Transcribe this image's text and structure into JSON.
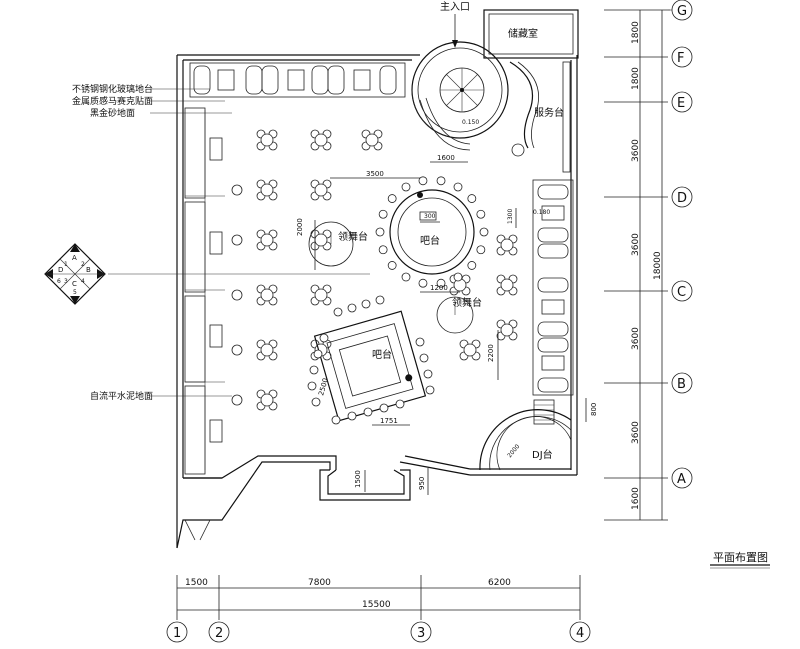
{
  "title": "平面布置图",
  "labels": {
    "main_entrance": "主入口",
    "storage": "储藏室",
    "service_counter": "服务台",
    "bar_round": "吧台",
    "bar_square": "吧台",
    "dance_1": "领舞台",
    "dance_2": "领舞台",
    "dj": "DJ台"
  },
  "annotations": {
    "note_1": "不锈钢钢化玻璃地台",
    "note_2": "金属质感马赛克贴面",
    "note_3": "黑金砂地面",
    "note_4": "自流平水泥地面"
  },
  "interior_dims": {
    "d3500": "3500",
    "d2000": "2000",
    "d1600": "1600",
    "d1200": "1200",
    "d2200": "2200",
    "d2500": "2500",
    "d1751": "1751",
    "d1500": "1500",
    "d950": "950",
    "d800": "800",
    "d1300": "1300",
    "d300": "300",
    "d180": "0.180",
    "d150": "0.150",
    "d2000b": "2000"
  },
  "right_dims": {
    "s1": "1800",
    "s2": "1800",
    "s3": "3600",
    "s4": "3600",
    "s5": "3600",
    "s6": "3600",
    "s7": "1600",
    "total": "18000"
  },
  "bottom_dims": {
    "s1": "1500",
    "s2": "7800",
    "s3": "6200",
    "total": "15500"
  },
  "row_axes": [
    "G",
    "F",
    "E",
    "D",
    "C",
    "B",
    "A"
  ],
  "col_axes": [
    "1",
    "2",
    "3",
    "4"
  ],
  "compass": {
    "n": "A",
    "e": "B",
    "s": "C",
    "w": "D",
    "q1": "1",
    "q2": "2",
    "q3": "3",
    "q4": "4",
    "q5": "5",
    "q6": "6"
  }
}
